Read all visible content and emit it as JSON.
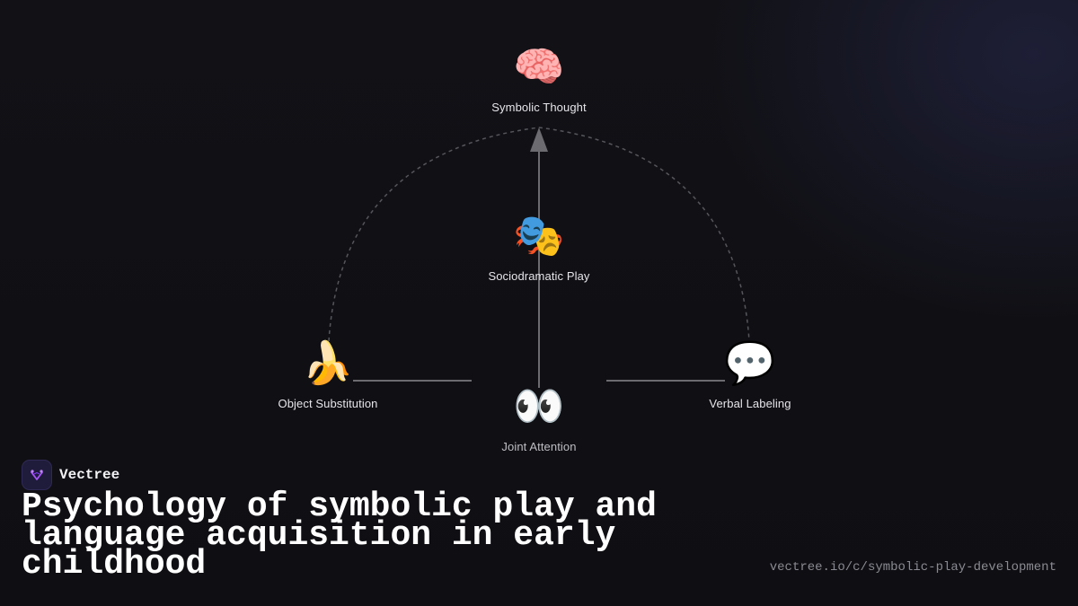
{
  "diagram": {
    "nodes": {
      "symbolic_thought": {
        "icon": "brain-icon",
        "emoji": "🧠",
        "label": "Symbolic Thought"
      },
      "sociodramatic_play": {
        "icon": "performing-arts-icon",
        "emoji": "🎭",
        "label": "Sociodramatic Play"
      },
      "object_substitution": {
        "icon": "banana-icon",
        "emoji": "🍌",
        "label": "Object Substitution"
      },
      "verbal_labeling": {
        "icon": "speech-bubble-icon",
        "emoji": "💬",
        "label": "Verbal Labeling"
      },
      "joint_attention": {
        "icon": "eyes-icon",
        "emoji": "👀",
        "label": "Joint Attention"
      }
    },
    "colors": {
      "connector": "#6b6b70",
      "dashed_arc": "#55555c",
      "background": "#101014"
    }
  },
  "brand": {
    "name": "Vectree",
    "accent": "#a855f7"
  },
  "title": "Psychology of symbolic play and language acquisition in early childhood",
  "url": "vectree.io/c/symbolic-play-development"
}
